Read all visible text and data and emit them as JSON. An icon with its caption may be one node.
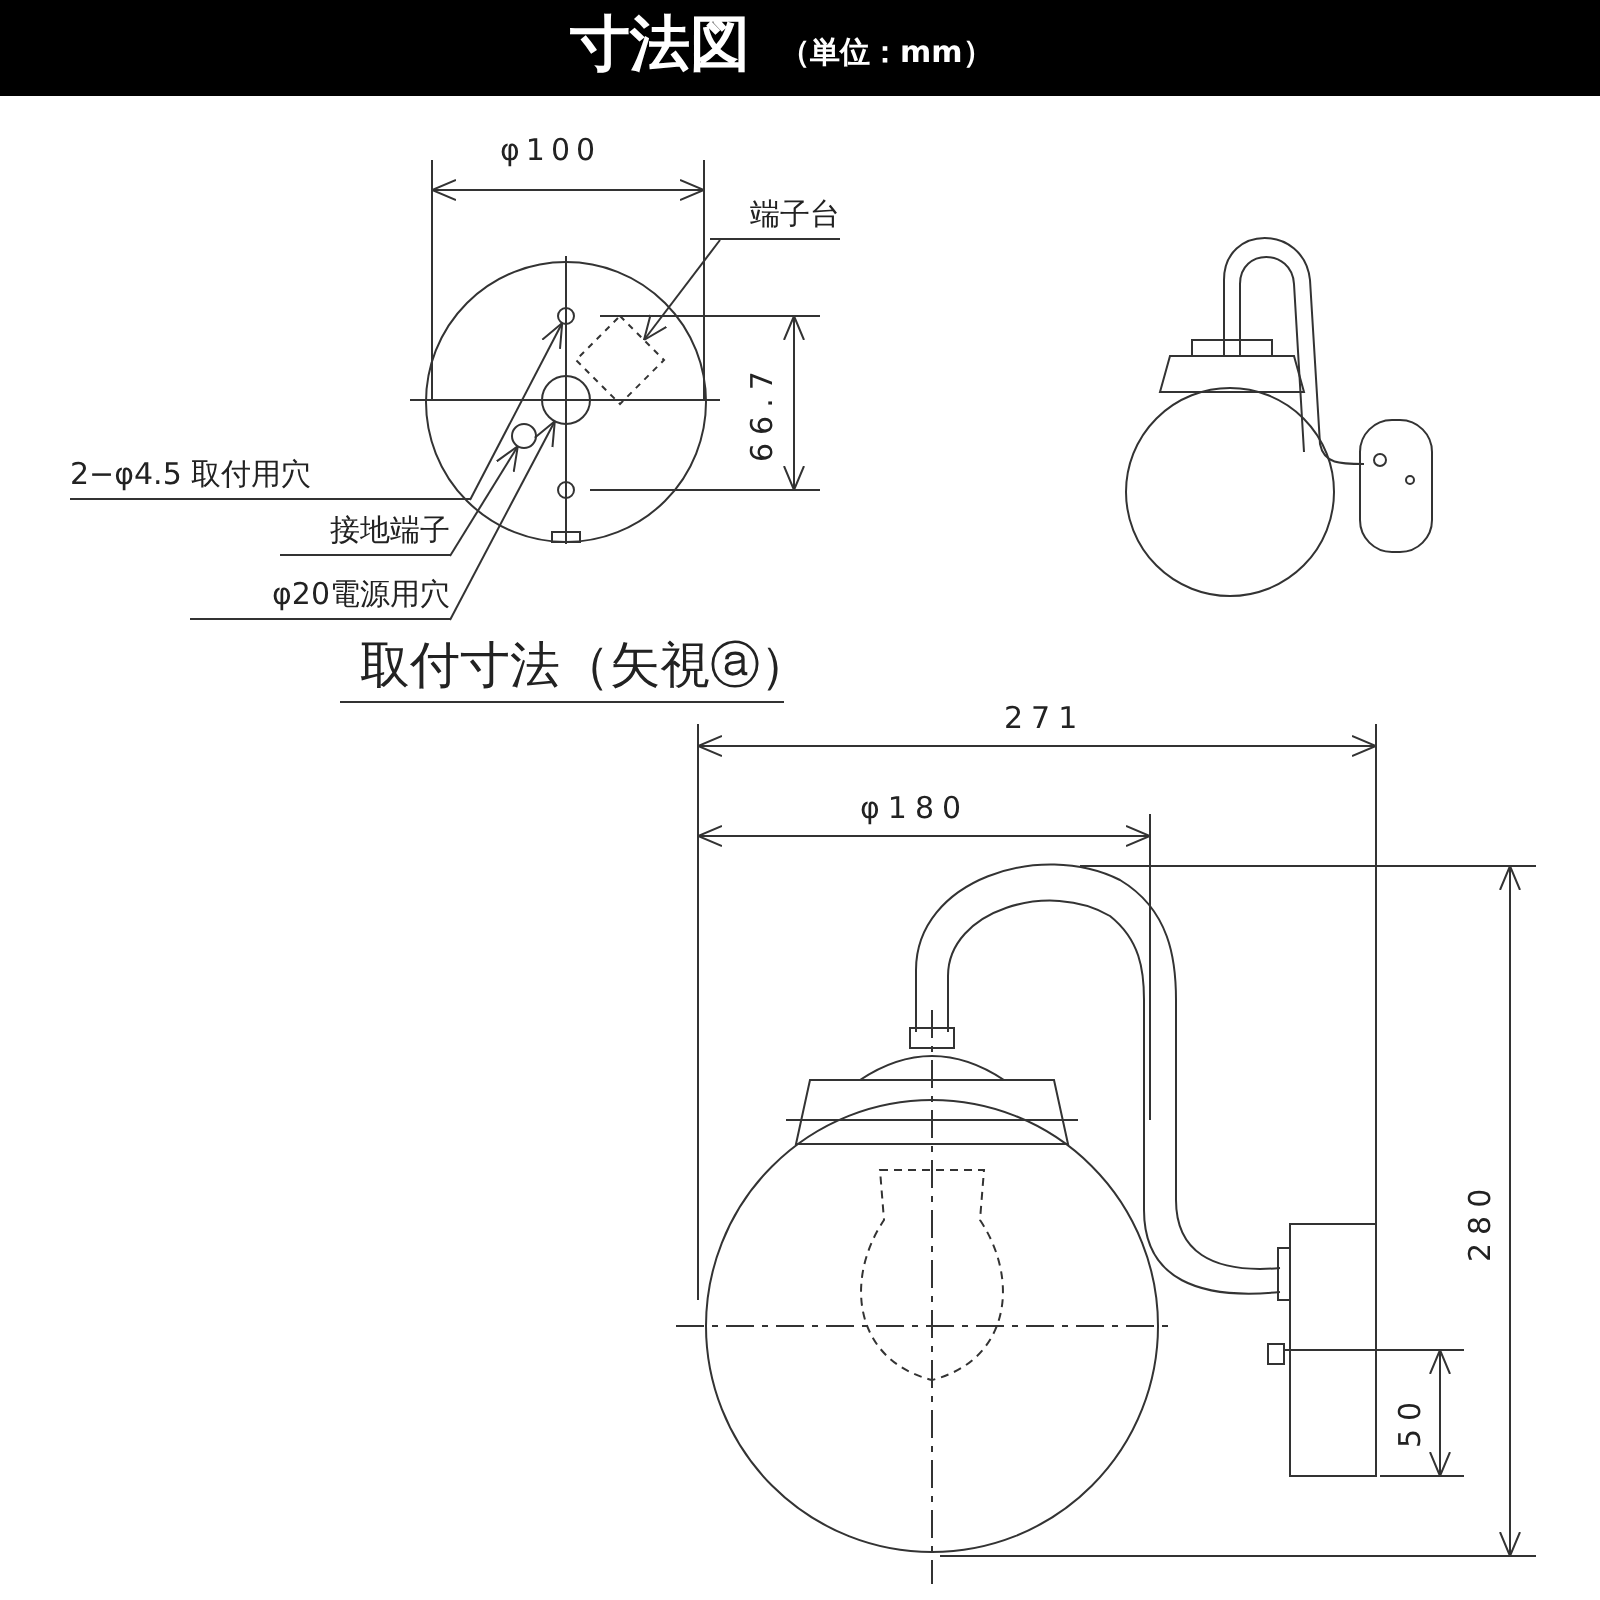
{
  "diagram": {
    "title": "寸法図",
    "nodes": [
      {
        "text": [
          "2−φ4.5 取付用穴"
        ]
      },
      {
        "text": [],
        "shape": "circle"
      },
      {
        "text": [
          "接地端子"
        ]
      },
      {
        "text": [],
        "shape": "circle"
      },
      {
        "text": [
          "φ20電源用穴"
        ]
      },
      {
        "text": [],
        "shape": "circle"
      },
      {
        "text": [
          "端子台"
        ]
      },
      {
        "text": [],
        "shape": "diamond"
      }
    ],
    "edges": [
      {
        "from": 0,
        "to": 1,
        "arrow": "to"
      },
      {
        "from": 2,
        "to": 3,
        "arrow": "to"
      },
      {
        "from": 4,
        "to": 5,
        "arrow": "to"
      },
      {
        "from": 6,
        "to": 7,
        "arrow": "to"
      }
    ],
    "labels": [
      "（単位：mm）",
      "φ100",
      "66.7",
      "取付寸法（矢視ⓐ）",
      "271",
      "φ180",
      "280",
      "50"
    ]
  }
}
